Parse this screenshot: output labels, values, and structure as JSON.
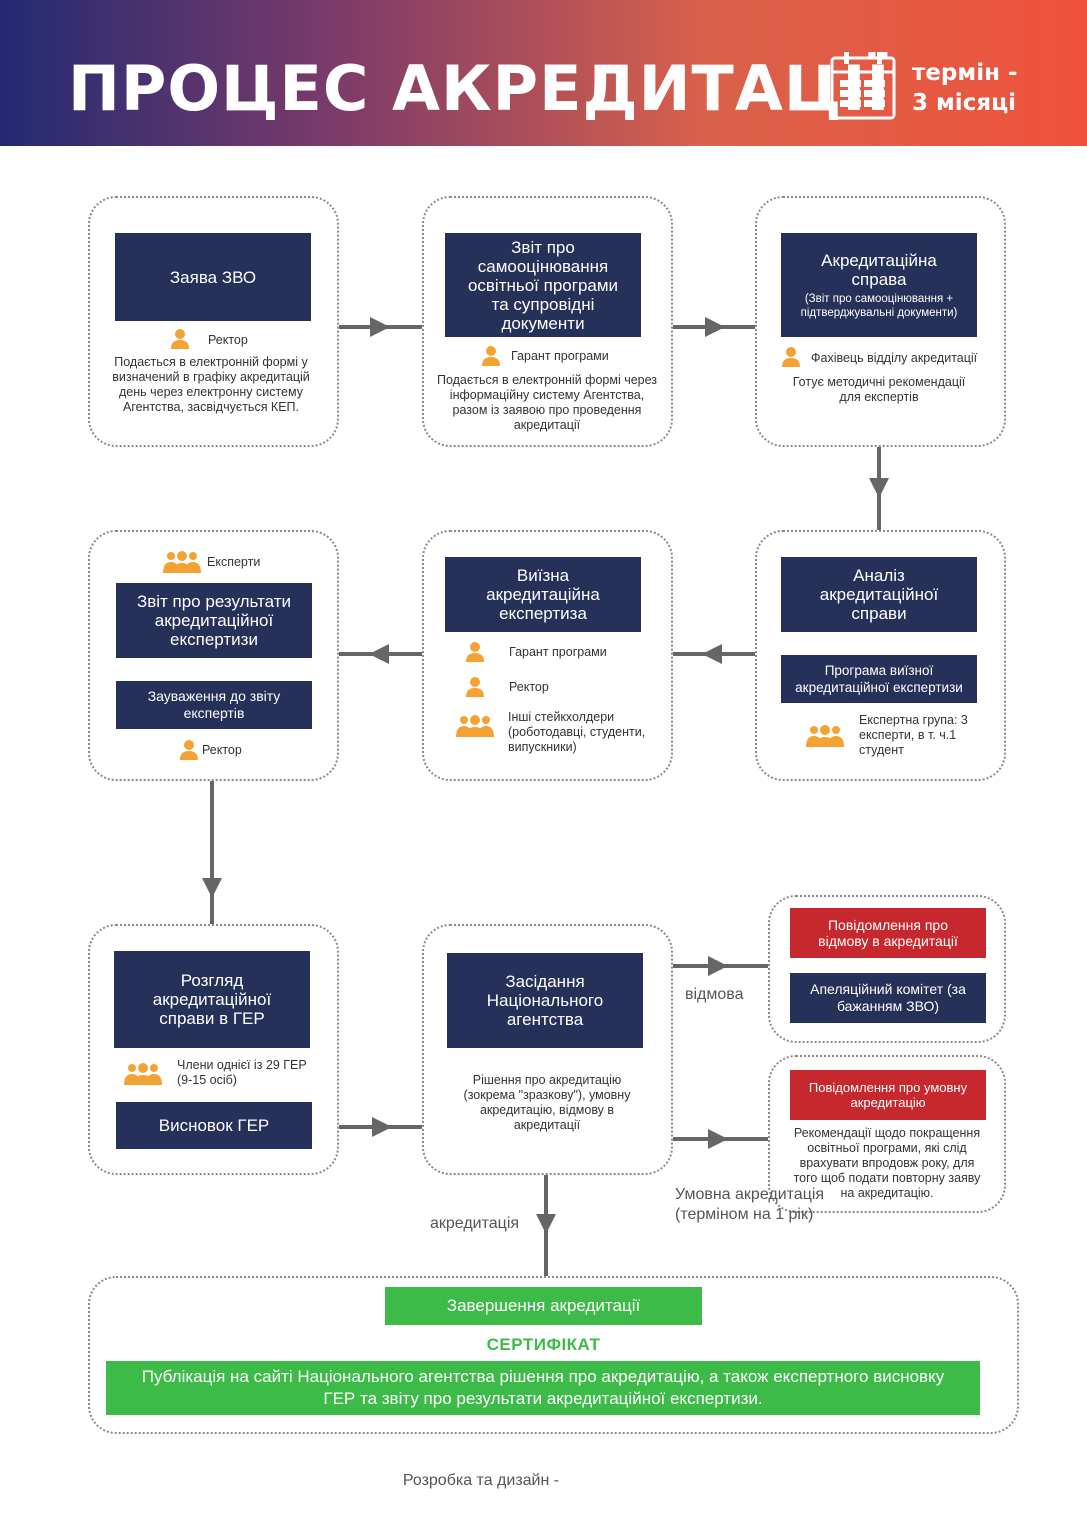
{
  "header": {
    "title": "ПРОЦЕС АКРЕДИТАЦІЇ",
    "term_line1": "термін -",
    "term_line2": "3 місяці",
    "calendar_icon": "calendar-icon"
  },
  "colors": {
    "navy": "#263159",
    "red": "#c6282e",
    "green": "#3cbb48",
    "orange": "#f4a234"
  },
  "step1": {
    "box": "Заява ЗВО",
    "role": "Ректор",
    "desc": "Подається в електронній формі у визначений в графіку акредитацій день через електронну систему Агентства, засвідчується КЕП."
  },
  "step2": {
    "box": "Звіт про самооцінювання освітньої програми та супровідні документи",
    "role": "Гарант програми",
    "desc": "Подається в електронній формі через інформаційну систему Агентства, разом із заявою про проведення акредитації"
  },
  "step3": {
    "box": "Акредитаційна справа",
    "box_sub": "(Звіт про самооцінювання + підтверджувальні документи)",
    "role": "Фахівець відділу акредитації",
    "desc": "Готує методичні рекомендації для експертів"
  },
  "step4": {
    "box": "Аналіз акредитаційної справи",
    "box2": "Програма виїзної акредитаційної експертизи",
    "role": "Експертна група: 3 експерти, в т. ч.1 студент"
  },
  "step5": {
    "box": "Виїзна акредитаційна експертиза",
    "role1": "Гарант програми",
    "role2": "Ректор",
    "role3": "Інші стейкхолдери (роботодавці, студенти, випускники)"
  },
  "step6": {
    "role_top": "Експерти",
    "box": "Звіт про результати акредитаційної експертизи",
    "box2": "Зауваження до звіту експертів",
    "role_bottom": "Ректор"
  },
  "step7": {
    "box": "Розгляд акредитаційної справи в ГЕР",
    "role": "Члени однієї із 29 ГЕР (9-15 осіб)",
    "box2": "Висновок ГЕР"
  },
  "step8": {
    "box": "Засідання Національного агентства",
    "desc": "Рішення про акредитацію (зокрема \"зразкову\"), умовну акредитацію, відмову в акредитації"
  },
  "refusal": {
    "label": "відмова",
    "box1": "Повідомлення про відмову в акредитації",
    "box2": "Апеляційний комітет (за бажанням ЗВО)"
  },
  "conditional": {
    "label": "Умовна акредитація (терміном на 1 рік)",
    "box": "Повідомлення про умовну акредитацію",
    "desc": "Рекомендації щодо покращення освітньої програми, які слід врахувати впродовж року, для того щоб подати повторну заяву на акредитацію."
  },
  "accreditation": {
    "label": "акредитація",
    "box": "Завершення акредитації",
    "cert": "СЕРТИФІКАТ",
    "publication": "Публікація на сайті Національного агентства рішення про акредитацію, а також експертного висновку ГЕР та звіту про результати акредитаційної експертизи."
  },
  "footer": {
    "text": "Розробка та дизайн -"
  }
}
